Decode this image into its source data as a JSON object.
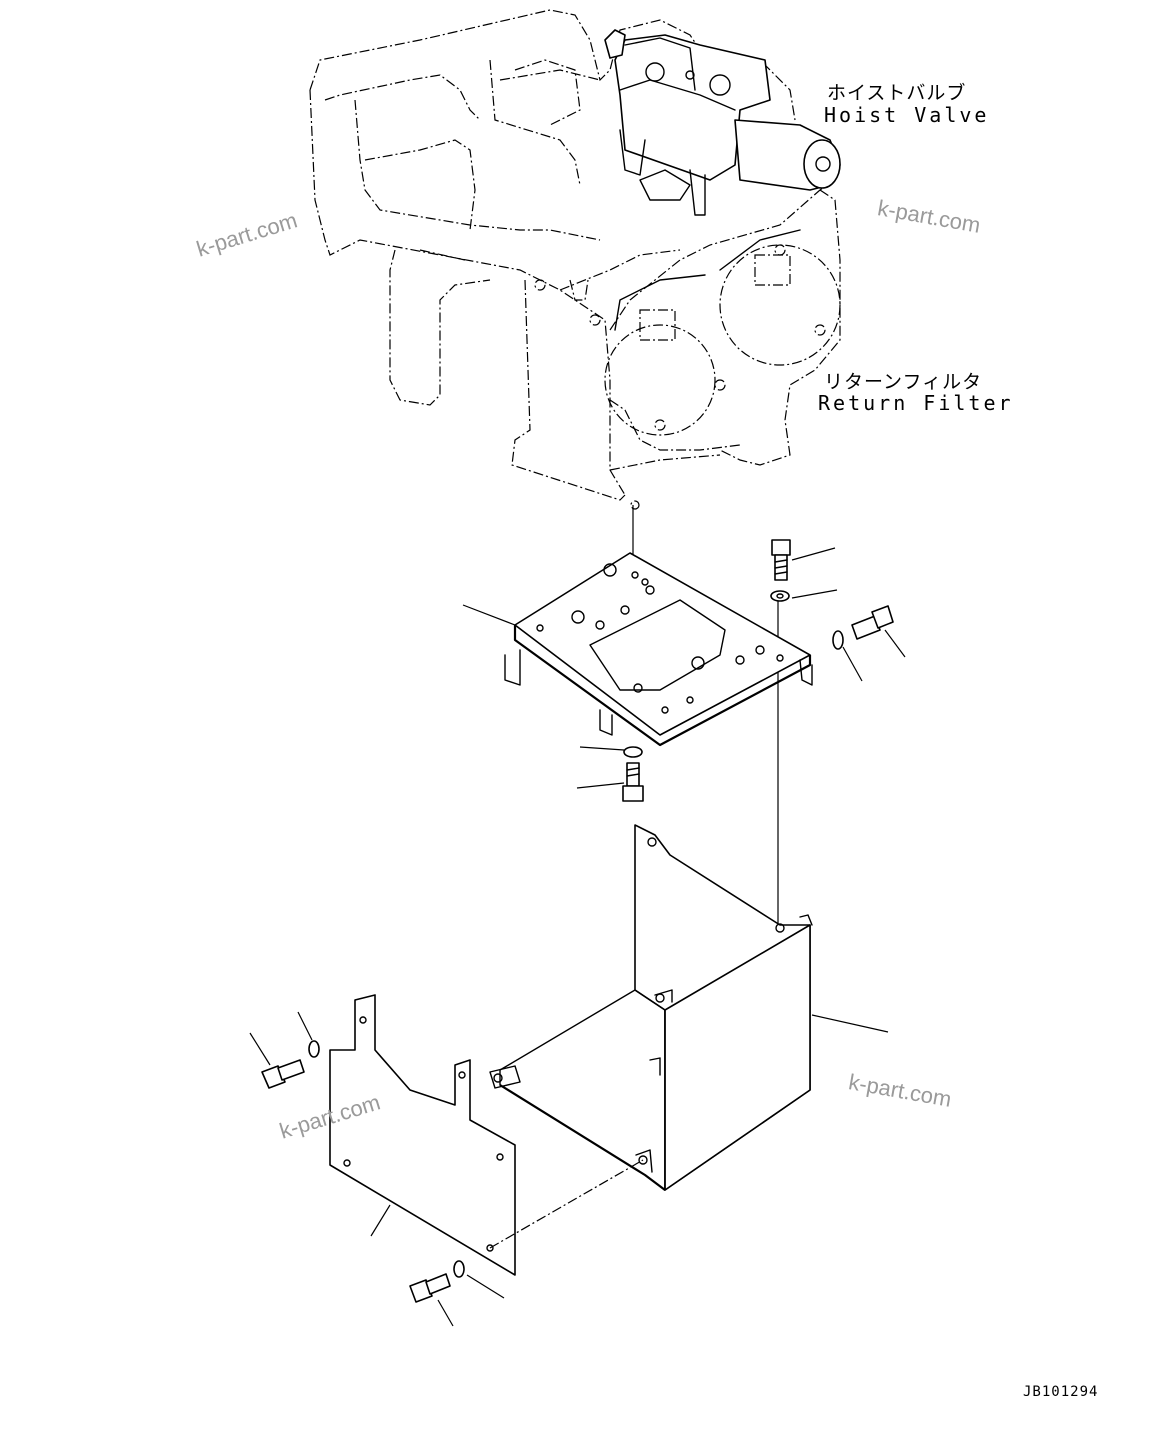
{
  "labels": {
    "hoist_valve_jp": "ホイストバルブ",
    "hoist_valve_en": "Hoist Valve",
    "return_filter_jp": "リターンフィルタ",
    "return_filter_en": "Return Filter"
  },
  "watermarks": [
    "k-part.com",
    "k-part.com",
    "k-part.com",
    "k-part.com"
  ],
  "drawing_code": "JB101294",
  "icons": [
    "hoist-valve-icon",
    "return-filter-icon",
    "bracket-plate-icon",
    "cover-box-icon",
    "side-cover-icon",
    "bolt-icon",
    "washer-icon"
  ],
  "colors": {
    "line": "#000000",
    "watermark": "#9a9a9a",
    "background": "#ffffff"
  }
}
